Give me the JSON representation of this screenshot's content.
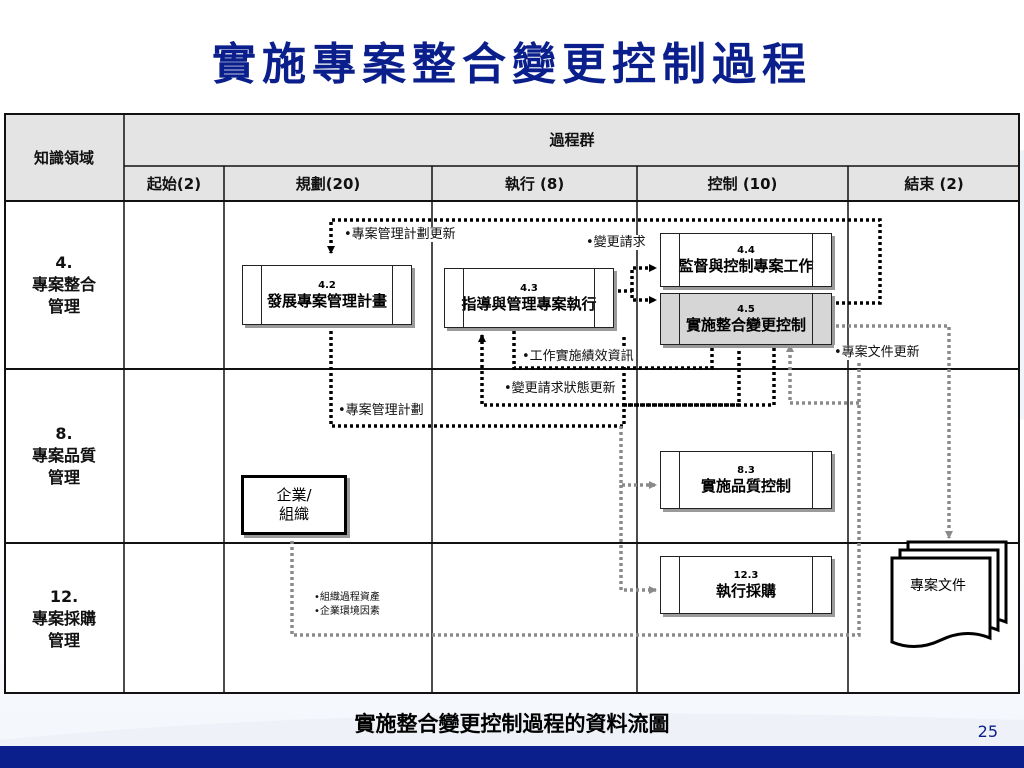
{
  "title": "實施專案整合變更控制過程",
  "caption": "實施整合變更控制過程的資料流圖",
  "page_number": "25",
  "table": {
    "knowledge_area_header": "知識領域",
    "process_group_header": "過程群",
    "columns": [
      "起始(2)",
      "規劃(20)",
      "執行 (8)",
      "控制 (10)",
      "結束 (2)"
    ],
    "rows": [
      {
        "num": "4.",
        "name_line1": "專案整合",
        "name_line2": "管理"
      },
      {
        "num": "8.",
        "name_line1": "專案品質",
        "name_line2": "管理"
      },
      {
        "num": "12.",
        "name_line1": "專案採購",
        "name_line2": "管理"
      }
    ]
  },
  "processes": [
    {
      "num": "4.2",
      "name": "發展專案管理計畫"
    },
    {
      "num": "4.3",
      "name": "指導與管理專案執行"
    },
    {
      "num": "4.4",
      "name": "監督與控制專案工作"
    },
    {
      "num": "4.5",
      "name": "實施整合變更控制"
    },
    {
      "num": "8.3",
      "name": "實施品質控制"
    },
    {
      "num": "12.3",
      "name": "執行採購"
    }
  ],
  "enterprise": {
    "line1": "企業/",
    "line2": "組織"
  },
  "project_documents": "專案文件",
  "flow_labels": {
    "pm_plan_updates": "•專案管理計劃更新",
    "change_requests": "•變更請求",
    "work_performance": "•工作實施績效資訊",
    "change_status_updates": "•變更請求狀態更新",
    "pm_plan": "•專案管理計劃",
    "doc_updates": "•專案文件更新",
    "org_assets": "•組織過程資產",
    "env_factors": "•企業環境因素"
  }
}
